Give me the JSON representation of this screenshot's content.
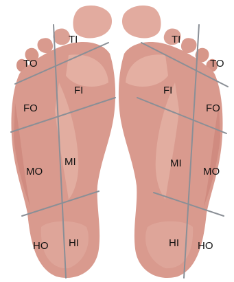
{
  "colors": {
    "skin_base": "#d99a8e",
    "skin_light": "#eab8ab",
    "skin_mid": "#dd9f93",
    "skin_shadow": "#c98276",
    "divider_lines": "#8a8f96",
    "label_text": "#111111"
  },
  "left_foot": {
    "zones": {
      "TI": "TI",
      "TO": "TO",
      "FI": "FI",
      "FO": "FO",
      "MI": "MI",
      "MO": "MO",
      "HI": "HI",
      "HO": "HO"
    }
  },
  "right_foot": {
    "zones": {
      "TI": "TI",
      "TO": "TO",
      "FI": "FI",
      "FO": "FO",
      "MI": "MI",
      "MO": "MO",
      "HI": "HI",
      "HO": "HO"
    }
  }
}
